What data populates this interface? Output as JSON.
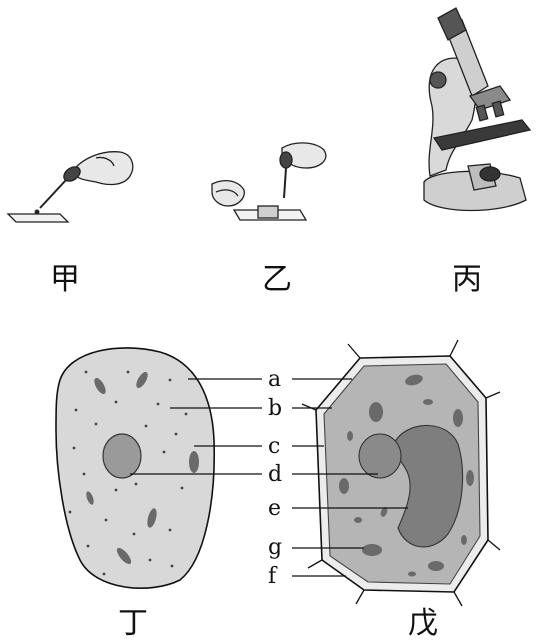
{
  "panels": {
    "jia": "甲",
    "yi": "乙",
    "bing": "丙",
    "ding": "丁",
    "wu": "戊"
  },
  "labels": [
    "a",
    "b",
    "c",
    "d",
    "e",
    "g",
    "f"
  ],
  "colors": {
    "ink": "#111111",
    "cell_fill": "#d8d8d8",
    "plant_fill": "#b5b5b5",
    "vacuole": "#7e7e7e",
    "organelle": "#6a6a6a"
  },
  "icons": [
    "dropper-hand-icon",
    "slide-with-coverslip-icon",
    "microscope-icon"
  ]
}
